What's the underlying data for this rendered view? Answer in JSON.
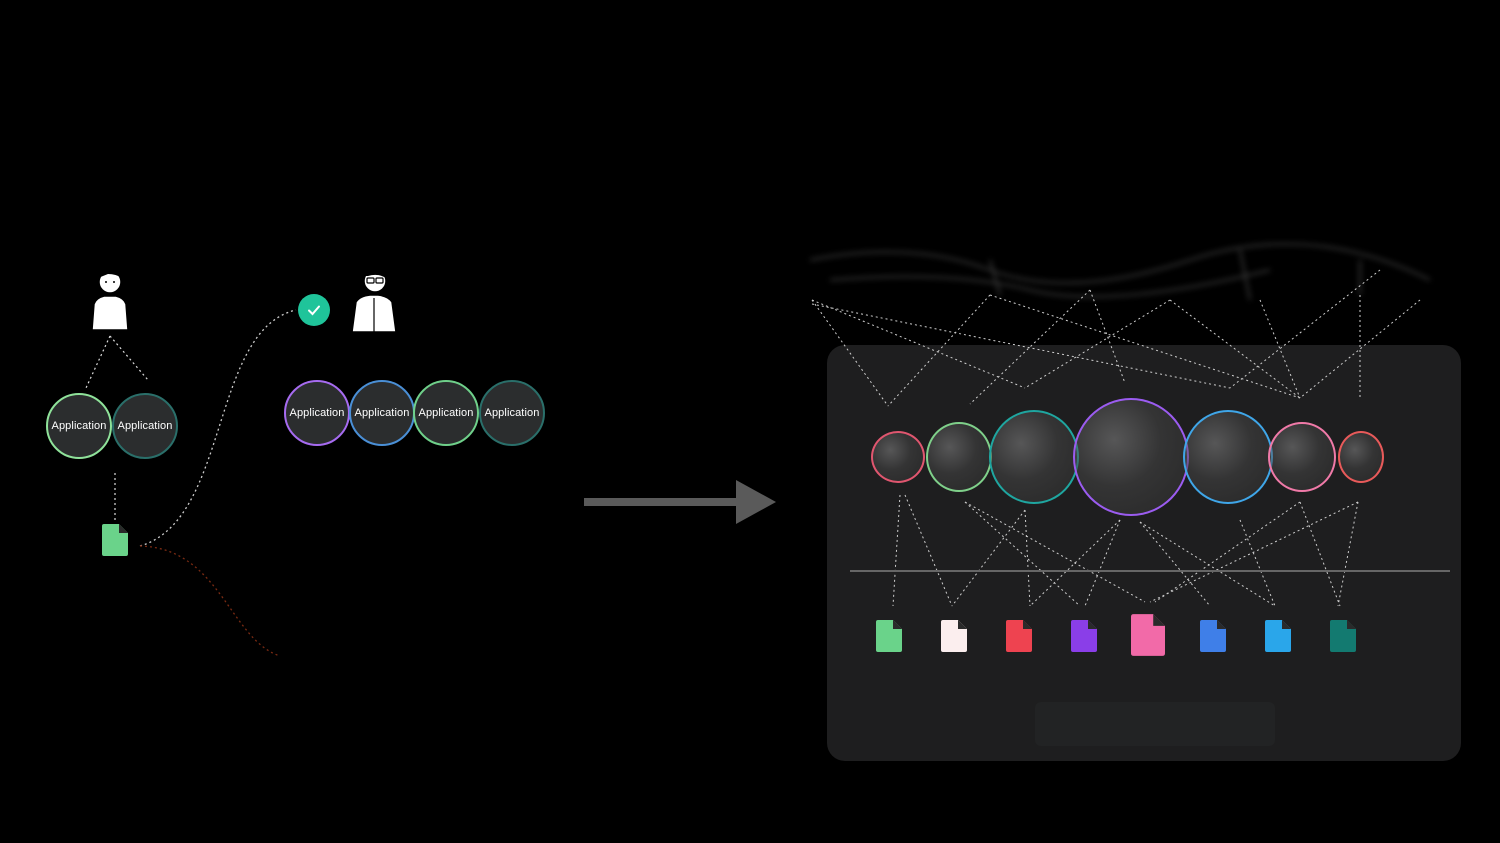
{
  "left": {
    "pair_nodes": [
      {
        "label": "Application",
        "color": "#8fe29a"
      },
      {
        "label": "Application",
        "color": "#2a6f6a"
      }
    ],
    "row_nodes": [
      {
        "label": "Application",
        "color": "#a66bf0"
      },
      {
        "label": "Application",
        "color": "#4a8fd6"
      },
      {
        "label": "Application",
        "color": "#6fd08a"
      },
      {
        "label": "Application",
        "color": "#2a6f6a"
      }
    ],
    "check_color": "#1fc49a",
    "document_color": "#6ad38a",
    "approved_path_color": "#cccccc",
    "rejected_path_color": "#7a2a12"
  },
  "arrow_color": "#5a5a5a",
  "right": {
    "panel_color": "#1e1e1f",
    "bubbles": [
      {
        "ring": "#e0566f"
      },
      {
        "ring": "#7fd08a"
      },
      {
        "ring": "#1fa6a0"
      },
      {
        "ring": "#9b5cf0"
      },
      {
        "ring": "#3fa6e8"
      },
      {
        "ring": "#f07aa8"
      },
      {
        "ring": "#e85a5a"
      }
    ],
    "documents": [
      {
        "color": "#6ad38a",
        "icon": "file-icon"
      },
      {
        "color": "#fbeeee",
        "icon": "file-icon"
      },
      {
        "color": "#ee4350",
        "icon": "file-icon"
      },
      {
        "color": "#8a3ee8",
        "icon": "file-icon"
      },
      {
        "color": "#f26aa8",
        "icon": "file-icon"
      },
      {
        "color": "#3f7fe8",
        "icon": "file-icon"
      },
      {
        "color": "#2aa6ea",
        "icon": "file-icon"
      },
      {
        "color": "#137a70",
        "icon": "file-icon"
      }
    ]
  }
}
